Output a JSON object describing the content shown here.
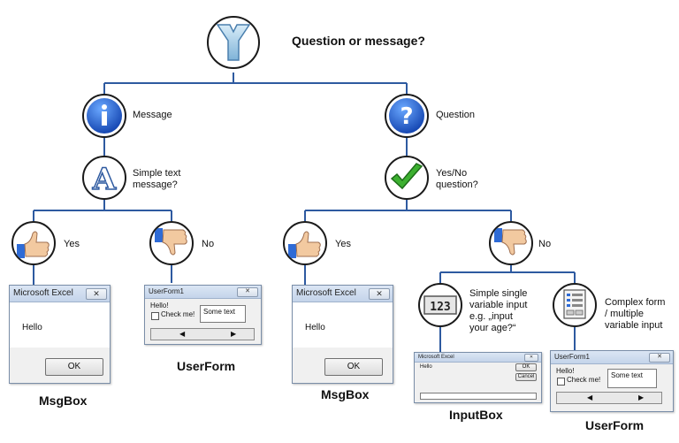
{
  "colors": {
    "line": "#2e5aa0",
    "ring": "#1a1a1a",
    "title_bar": "#c4d4ea"
  },
  "nodes": {
    "root": {
      "label": "Question or message?",
      "icon": "fork-arrows-icon"
    },
    "message": {
      "label": "Message",
      "icon": "info-icon"
    },
    "question": {
      "label": "Question",
      "icon": "question-mark-icon"
    },
    "simple_text": {
      "label": "Simple text\nmessage?",
      "icon": "letter-a-icon"
    },
    "yes_no": {
      "label": "Yes/No\nquestion?",
      "icon": "checkmark-icon"
    },
    "yes_1": {
      "label": "Yes",
      "icon": "thumbs-up-icon"
    },
    "no_1": {
      "label": "No",
      "icon": "thumbs-down-icon"
    },
    "yes_2": {
      "label": "Yes",
      "icon": "thumbs-up-icon"
    },
    "no_2": {
      "label": "No",
      "icon": "thumbs-down-icon"
    },
    "simple_input": {
      "label": "Simple single\nvariable input\ne.g. „input\nyour age?“",
      "icon": "number-123-icon"
    },
    "complex_form": {
      "label": "Complex form\n/ multiple\nvariable input",
      "icon": "form-list-icon"
    }
  },
  "windows": {
    "msgbox1": {
      "title": "Microsoft Excel",
      "message": "Hello",
      "button": "OK",
      "close": "✕"
    },
    "userform1": {
      "title": "UserForm1",
      "message": "Hello!",
      "checkbox": "Check me!",
      "textbox": "Some text",
      "left_arrow": "◀",
      "right_arrow": "▶",
      "close": "✕"
    },
    "msgbox2": {
      "title": "Microsoft Excel",
      "message": "Hello",
      "button": "OK",
      "close": "✕"
    },
    "inputbox": {
      "title": "Microsoft Excel",
      "message": "Hello",
      "ok": "OK",
      "cancel": "Cancel",
      "close": "✕"
    },
    "userform2": {
      "title": "UserForm1",
      "message": "Hello!",
      "checkbox": "Check me!",
      "textbox": "Some text",
      "left_arrow": "◀",
      "right_arrow": "▶",
      "close": "✕"
    }
  },
  "captions": {
    "msgbox1": "MsgBox",
    "userform1": "UserForm",
    "msgbox2": "MsgBox",
    "inputbox": "InputBox",
    "userform2": "UserForm"
  }
}
